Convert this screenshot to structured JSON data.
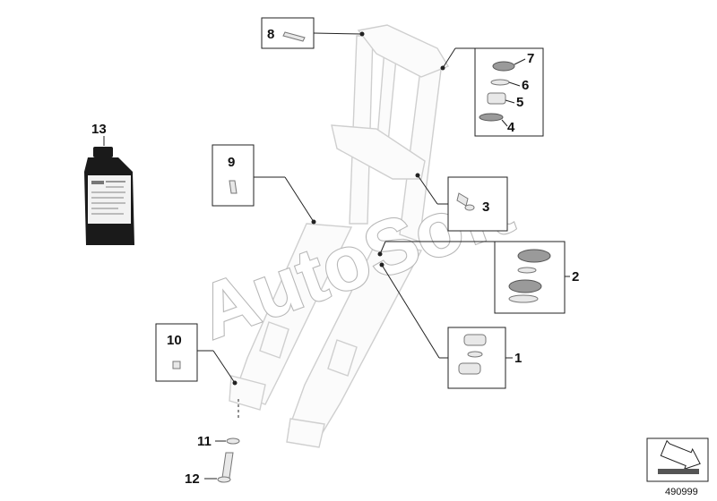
{
  "labels": {
    "p1": "1",
    "p2": "2",
    "p3": "3",
    "p4": "4",
    "p5": "5",
    "p6": "6",
    "p7": "7",
    "p8": "8",
    "p9": "9",
    "p10": "10",
    "p11": "11",
    "p12": "12",
    "p13": "13"
  },
  "watermark": "AutoSoft",
  "diagram_id": "490999",
  "colors": {
    "line": "#222222",
    "fork_outline": "#cfcfcf",
    "bottle": "#1a1a1a",
    "watermark_stroke": "#b8b8b8"
  }
}
